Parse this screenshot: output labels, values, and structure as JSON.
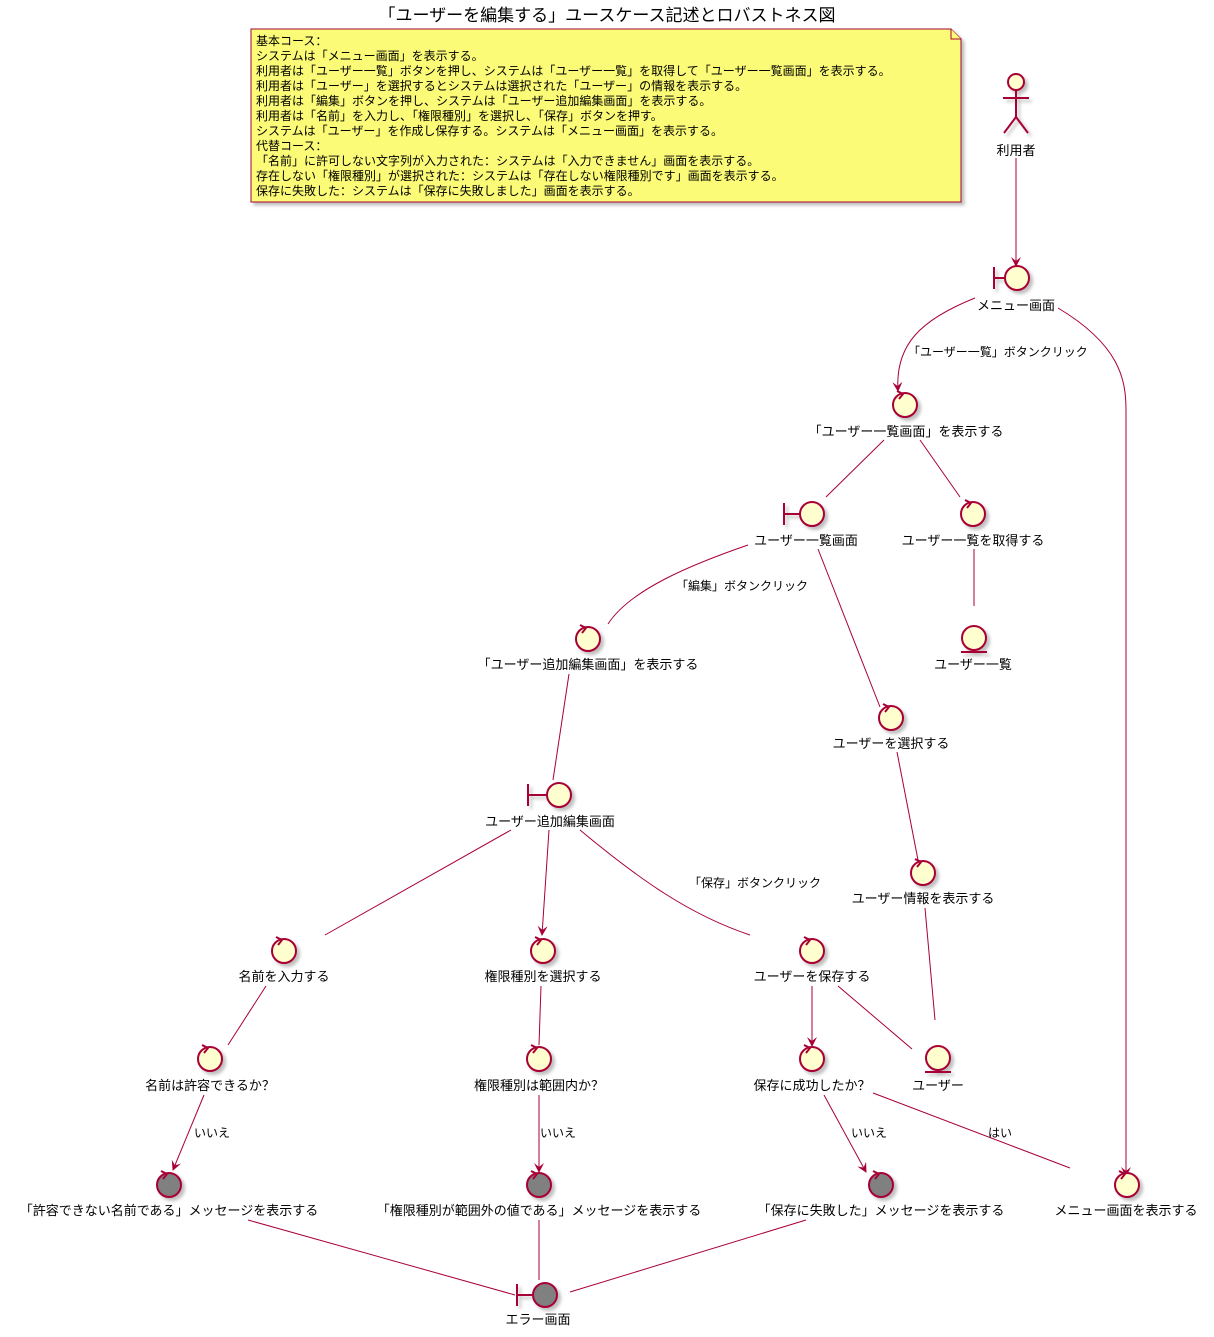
{
  "title": "「ユーザーを編集する」ユースケース記述とロバストネス図",
  "note": {
    "lines": [
      "基本コース：",
      "システムは「メニュー画面」を表示する。",
      "利用者は「ユーザー一覧」ボタンを押し、システムは「ユーザー一覧」を取得して「ユーザー一覧画面」を表示する。",
      "利用者は「ユーザー」を選択するとシステムは選択された「ユーザー」の情報を表示する。",
      "利用者は「編集」ボタンを押し、システムは「ユーザー追加編集画面」を表示する。",
      "利用者は「名前」を入力し、「権限種別」を選択し、「保存」ボタンを押す。",
      "システムは「ユーザー」を作成し保存する。システムは「メニュー画面」を表示する。",
      "代替コース：",
      "「名前」に許可しない文字列が入力された：システムは「入力できません」画面を表示する。",
      "存在しない「権限種別」が選択された：システムは「存在しない権限種別です」画面を表示する。",
      "保存に失敗した：システムは「保存に失敗しました」画面を表示する。"
    ]
  },
  "colors": {
    "stroke": "#a80036",
    "fill": "#fefece",
    "error_fill": "#808080",
    "note_fill": "#fbfb77"
  },
  "nodes": {
    "actor": "利用者",
    "menu_screen": "メニュー画面",
    "show_user_list_screen": "「ユーザー一覧画面」を表示する",
    "user_list_screen": "ユーザー一覧画面",
    "get_user_list": "ユーザー一覧を取得する",
    "user_list_entity": "ユーザー一覧",
    "show_edit_screen": "「ユーザー追加編集画面」を表示する",
    "select_user": "ユーザーを選択する",
    "edit_screen": "ユーザー追加編集画面",
    "show_user_info": "ユーザー情報を表示する",
    "input_name": "名前を入力する",
    "select_role": "権限種別を選択する",
    "save_user": "ユーザーを保存する",
    "name_ok": "名前は許容できるか？",
    "role_in_range": "権限種別は範囲内か？",
    "save_succeeded": "保存に成功したか？",
    "user_entity": "ユーザー",
    "msg_name_invalid": "「許容できない名前である」メッセージを表示する",
    "msg_role_invalid": "「権限種別が範囲外の値である」メッセージを表示する",
    "msg_save_failed": "「保存に失敗した」メッセージを表示する",
    "show_menu_screen": "メニュー画面を表示する",
    "error_screen": "エラー画面"
  },
  "edge_labels": {
    "user_list_button": "「ユーザー一覧」ボタンクリック",
    "edit_button": "「編集」ボタンクリック",
    "save_button": "「保存」ボタンクリック",
    "no_1": "いいえ",
    "no_2": "いいえ",
    "no_3": "いいえ",
    "yes": "はい"
  }
}
